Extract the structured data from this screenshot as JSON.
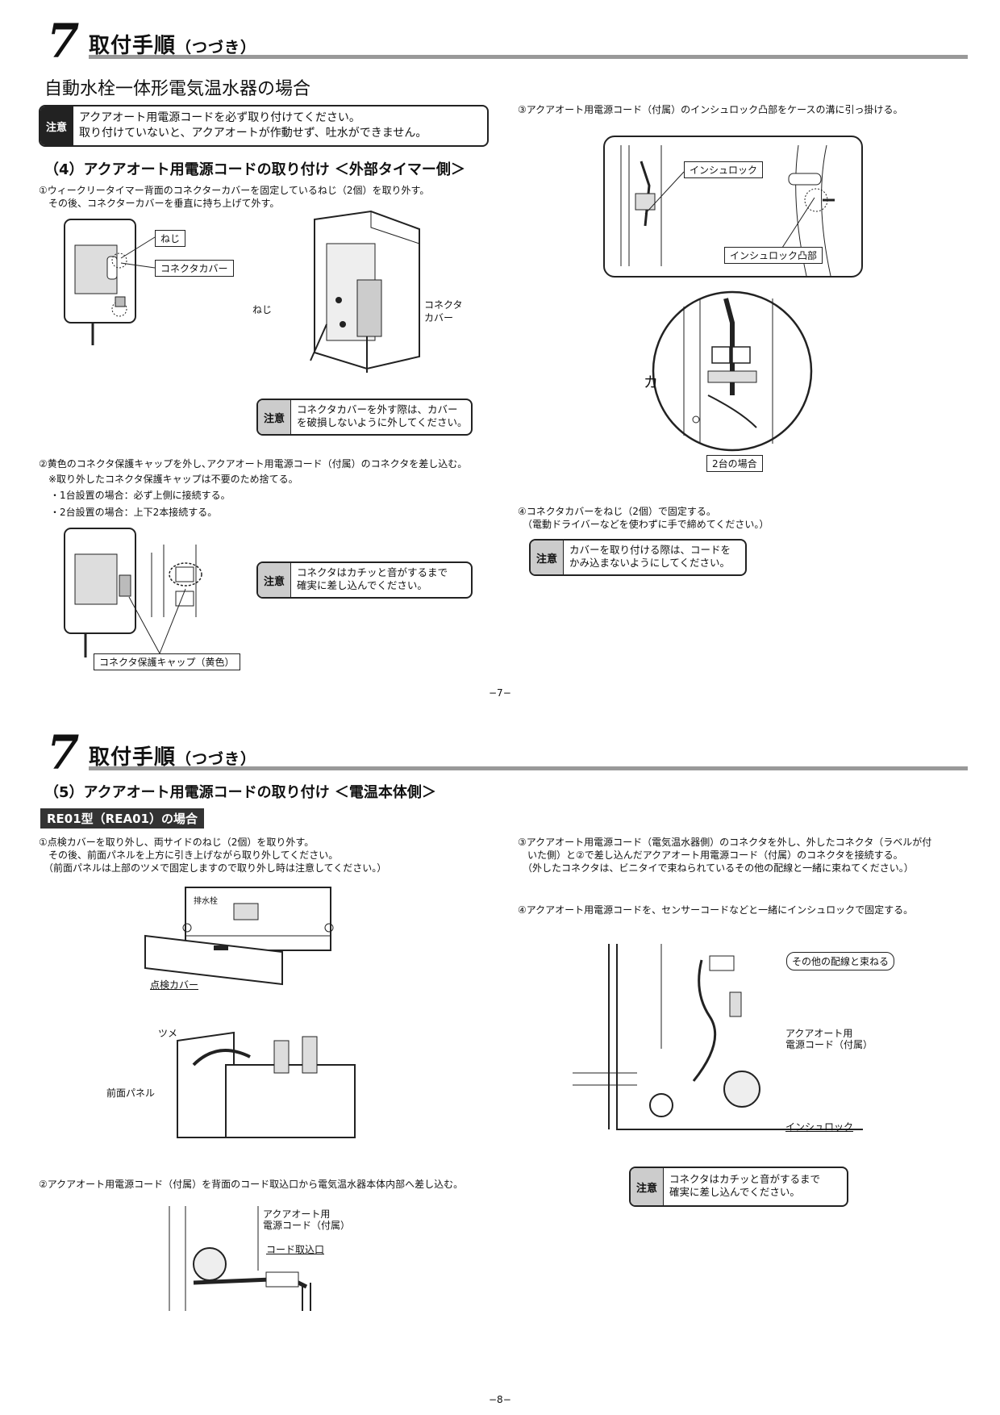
{
  "page1": {
    "section_number": "7",
    "section_title": "取付手順",
    "section_title_suffix": "（つづき）",
    "subtitle": "自動水栓一体形電気温水器の場合",
    "top_caution": {
      "tag": "注意",
      "text": "アクアオート用電源コードを必ず取り付けてください。\n取り付けていないと、アクアオートが作動せず、吐水ができません。"
    },
    "heading4": "（4）アクアオート用電源コードの取り付け ＜外部タイマー側＞",
    "step1": "①ウィークリータイマー背面のコネクターカバーを固定しているねじ（2個）を取り外す。\n　その後、コネクターカバーを垂直に持ち上げて外す。",
    "labels": {
      "neji": "ねじ",
      "connector_cover": "コネクタカバー",
      "neji2": "ねじ",
      "connector_cover2": "コネクタ\nカバー",
      "protect_cap": "コネクタ保護キャップ（黄色）",
      "insulock": "インシュロック",
      "insulock_tab": "インシュロック凸部",
      "two_units": "2台の場合",
      "ka": "カ"
    },
    "caution_cover": {
      "tag": "注意",
      "text": "コネクタカバーを外す際は、カバー\nを破損しないように外してください。"
    },
    "step2": "②黄色のコネクタ保護キャップを外し､アクアオート用電源コード（付属）のコネクタを差し込む。\n　※取り外したコネクタ保護キャップは不要のため捨てる。",
    "step2_single": "・1台設置の場合：必ず上側に接続する。",
    "step2_double": "・2台設置の場合：上下2本接続する。",
    "caution_click": {
      "tag": "注意",
      "text": "コネクタはカチッと音がするまで\n確実に差し込んでください。"
    },
    "step3": "③アクアオート用電源コード（付属）のインシュロック凸部をケースの溝に引っ掛ける。",
    "step4": "④コネクタカバーをねじ（2個）で固定する。\n　（電動ドライバーなどを使わずに手で締めてください。）",
    "caution_bite": {
      "tag": "注意",
      "text": "カバーを取り付ける際は、コードを\nかみ込まないようにしてください。"
    },
    "page_number": "−7−"
  },
  "page2": {
    "section_number": "7",
    "section_title": "取付手順",
    "section_title_suffix": "（つづき）",
    "heading5": "（5）アクアオート用電源コードの取り付け ＜電温本体側＞",
    "model_badge": "RE01型（REA01）の場合",
    "step1": "①点検カバーを取り外し、両サイドのねじ（2個）を取り外す。\n　その後、前面パネルを上方に引き上げながら取り外してください。\n　（前面パネルは上部のツメで固定しますので取り外し時は注意してください。）",
    "labels": {
      "drain": "排水栓",
      "inspect_cover": "点検カバー",
      "tsume": "ツメ",
      "front_panel": "前面パネル",
      "aqua_cord": "アクアオート用\n電源コード（付属）",
      "cord_inlet": "コード取込口",
      "bundle": "その他の配線と束ねる",
      "aqua_cord2": "アクアオート用\n電源コード（付属）",
      "insulock": "インシュロック"
    },
    "step2": "②アクアオート用電源コード（付属）を背面のコード取込口から電気温水器本体内部へ差し込む。",
    "step3": "③アクアオート用電源コード（電気温水器側）のコネクタを外し、外したコネクタ（ラベルが付\n　いた側）と②で差し込んだアクアオート用電源コード（付属）のコネクタを接続する。\n　（外したコネクタは、ビニタイで束ねられているその他の配線と一緒に束ねてください。）",
    "step4": "④アクアオート用電源コードを、センサーコードなどと一緒にインシュロックで固定する。",
    "caution_click": {
      "tag": "注意",
      "text": "コネクタはカチッと音がするまで\n確実に差し込んでください。"
    },
    "page_number": "−8−"
  }
}
